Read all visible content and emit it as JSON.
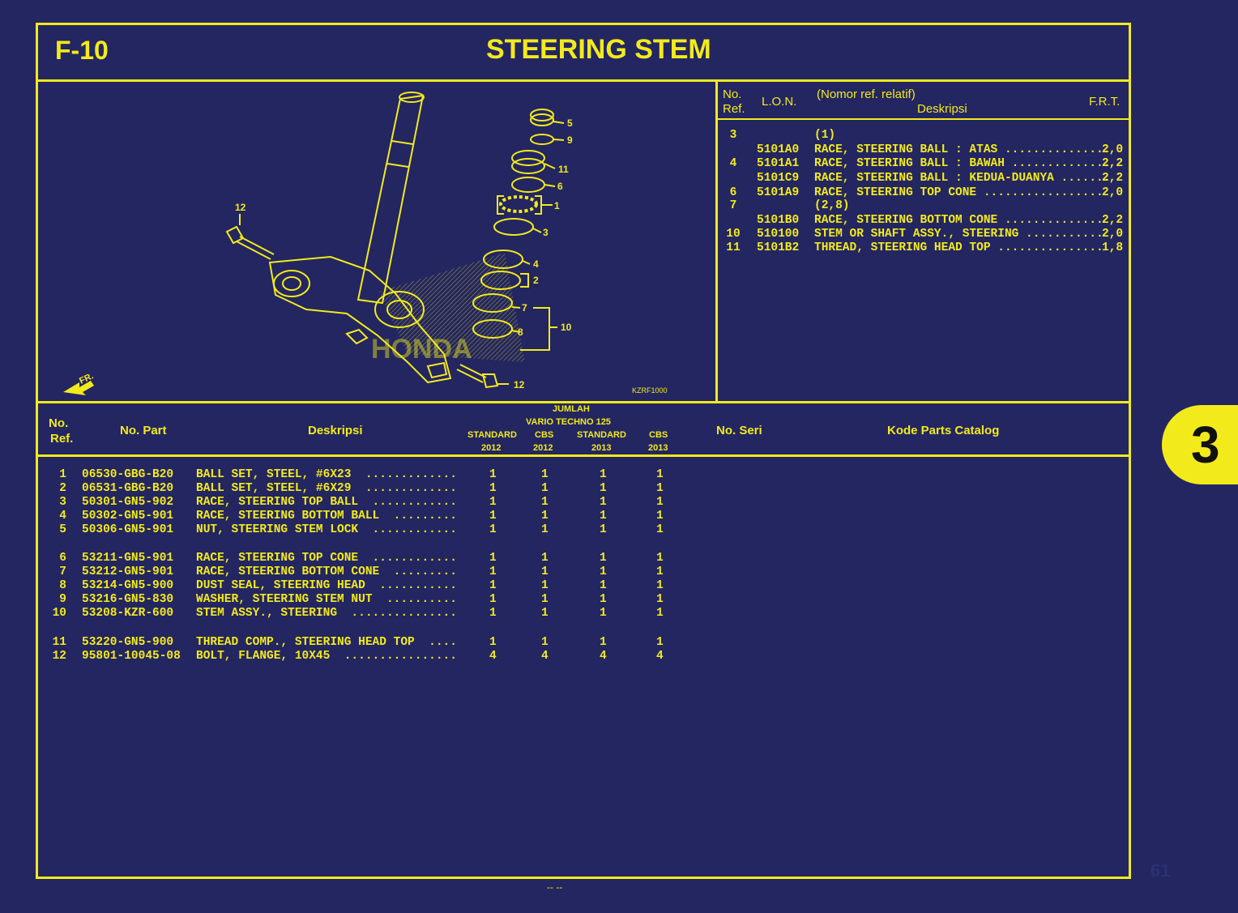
{
  "header": {
    "code": "F-10",
    "title": "STEERING STEM"
  },
  "lon_table": {
    "head": {
      "no_ref_1": "No.",
      "no_ref_2": "Ref.",
      "lon": "L.O.N.",
      "nomor": "(Nomor ref. relatif)",
      "deskripsi": "Deskripsi",
      "frt": "F.R.T."
    },
    "rows": [
      {
        "ref": "3",
        "lon": "",
        "desc": "(1)",
        "frt": ""
      },
      {
        "ref": "",
        "lon": "5101A0",
        "desc": "RACE, STEERING BALL : ATAS ...............",
        "frt": "2,0"
      },
      {
        "ref": "4",
        "lon": "5101A1",
        "desc": "RACE, STEERING BALL : BAWAH ..............",
        "frt": "2,2"
      },
      {
        "ref": "",
        "lon": "5101C9",
        "desc": "RACE, STEERING BALL : KEDUA-DUANYA .......",
        "frt": "2,2"
      },
      {
        "ref": "6",
        "lon": "5101A9",
        "desc": "RACE, STEERING TOP CONE .................",
        "frt": "2,0"
      },
      {
        "ref": "7",
        "lon": "",
        "desc": "(2,8)",
        "frt": ""
      },
      {
        "ref": "",
        "lon": "5101B0",
        "desc": "RACE, STEERING BOTTOM CONE ..............",
        "frt": "2,2"
      },
      {
        "ref": "10",
        "lon": "510100",
        "desc": "STEM OR SHAFT ASSY., STEERING ...........",
        "frt": "2,0"
      },
      {
        "ref": "11",
        "lon": "5101B2",
        "desc": "THREAD, STEERING HEAD TOP ...............",
        "frt": "1,8"
      }
    ]
  },
  "diagram": {
    "callouts": [
      "5",
      "9",
      "11",
      "6",
      "1",
      "3",
      "4",
      "2",
      "7",
      "8",
      "10",
      "12",
      "12"
    ],
    "watermark": "HONDA",
    "front_label": "FR.",
    "image_code": "KZRF1000"
  },
  "parts_table": {
    "head": {
      "no_ref_1": "No.",
      "no_ref_2": "Ref.",
      "no_part": "No. Part",
      "deskripsi": "Deskripsi",
      "jumlah": "JUMLAH",
      "model": "VARIO TECHNO 125",
      "cols": [
        {
          "name": "STANDARD",
          "year": "2012"
        },
        {
          "name": "CBS",
          "year": "2012"
        },
        {
          "name": "STANDARD",
          "year": "2013"
        },
        {
          "name": "CBS",
          "year": "2013"
        }
      ],
      "no_seri": "No. Seri",
      "kode": "Kode Parts Catalog"
    },
    "rows": [
      {
        "ref": "1",
        "part": "06530-GBG-B20",
        "desc": "BALL SET, STEEL, #6X23  .............",
        "q": [
          "1",
          "1",
          "1",
          "1"
        ]
      },
      {
        "ref": "2",
        "part": "06531-GBG-B20",
        "desc": "BALL SET, STEEL, #6X29  .............",
        "q": [
          "1",
          "1",
          "1",
          "1"
        ]
      },
      {
        "ref": "3",
        "part": "50301-GN5-902",
        "desc": "RACE, STEERING TOP BALL  ............",
        "q": [
          "1",
          "1",
          "1",
          "1"
        ]
      },
      {
        "ref": "4",
        "part": "50302-GN5-901",
        "desc": "RACE, STEERING BOTTOM BALL  .........",
        "q": [
          "1",
          "1",
          "1",
          "1"
        ]
      },
      {
        "ref": "5",
        "part": "50306-GN5-901",
        "desc": "NUT, STEERING STEM LOCK  ............",
        "q": [
          "1",
          "1",
          "1",
          "1"
        ]
      },
      {
        "ref": "6",
        "part": "53211-GN5-901",
        "desc": "RACE, STEERING TOP CONE  ............",
        "q": [
          "1",
          "1",
          "1",
          "1"
        ]
      },
      {
        "ref": "7",
        "part": "53212-GN5-901",
        "desc": "RACE, STEERING BOTTOM CONE  .........",
        "q": [
          "1",
          "1",
          "1",
          "1"
        ]
      },
      {
        "ref": "8",
        "part": "53214-GN5-900",
        "desc": "DUST SEAL, STEERING HEAD  ...........",
        "q": [
          "1",
          "1",
          "1",
          "1"
        ]
      },
      {
        "ref": "9",
        "part": "53216-GN5-830",
        "desc": "WASHER, STEERING STEM NUT  ..........",
        "q": [
          "1",
          "1",
          "1",
          "1"
        ]
      },
      {
        "ref": "10",
        "part": "53208-KZR-600",
        "desc": "STEM ASSY., STEERING  ...............",
        "q": [
          "1",
          "1",
          "1",
          "1"
        ]
      },
      {
        "ref": "11",
        "part": "53220-GN5-900",
        "desc": "THREAD COMP., STEERING HEAD TOP  ....",
        "q": [
          "1",
          "1",
          "1",
          "1"
        ]
      },
      {
        "ref": "12",
        "part": "95801-10045-08",
        "desc": "BOLT, FLANGE, 10X45  ................",
        "q": [
          "4",
          "4",
          "4",
          "4"
        ]
      }
    ]
  },
  "side_tab": "3",
  "page_number": "61",
  "footer_mark": "-- --",
  "colors": {
    "background": "#232661",
    "ink": "#f3ea1c"
  }
}
